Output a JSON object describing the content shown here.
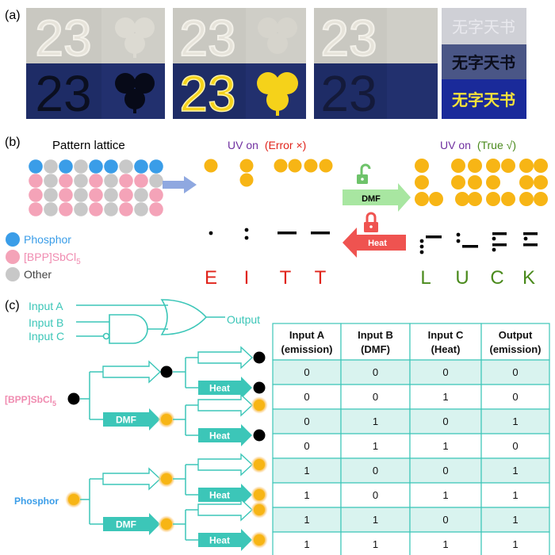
{
  "panels": {
    "a": "(a)",
    "b": "(b)",
    "c": "(c)"
  },
  "panel_a": {
    "digits": "23",
    "chinese_text": "无字天书"
  },
  "panel_b": {
    "lattice_title": "Pattern lattice",
    "uv_on": "UV on",
    "error_label": "(Error ×)",
    "true_label": "(True √)",
    "dmf_label": "DMF",
    "heat_label": "Heat",
    "legend": [
      {
        "label": "Phosphor",
        "color": "#3a9de8"
      },
      {
        "label_main": "[BPP]SbCl",
        "label_sub": "5",
        "color": "#f4a3b8"
      },
      {
        "label": "Other",
        "color": "#c8c8c8"
      }
    ],
    "error_letters": [
      "E",
      "I",
      "T",
      "T"
    ],
    "true_letters": [
      "L",
      "U",
      "C",
      "K"
    ],
    "colors": {
      "error": "#e0241b",
      "true": "#4a8a1c",
      "uv": "#7030a0",
      "dot": "#f7b515",
      "heat": "#ef5350",
      "dmf": "#a8e6a1"
    }
  },
  "panel_c": {
    "logic": {
      "input_a": "Input A",
      "input_b": "Input B",
      "input_c": "Input C",
      "output": "Output"
    },
    "tree": {
      "bpp_main": "[BPP]SbCl",
      "bpp_sub": "5",
      "phosphor": "Phosphor",
      "dmf": "DMF",
      "heat": "Heat"
    },
    "table": {
      "headers": [
        [
          "Input A",
          "(emission)"
        ],
        [
          "Input B",
          "(DMF)"
        ],
        [
          "Input C",
          "(Heat)"
        ],
        [
          "Output",
          "(emission)"
        ]
      ],
      "rows": [
        [
          "0",
          "0",
          "0",
          "0"
        ],
        [
          "0",
          "0",
          "1",
          "0"
        ],
        [
          "0",
          "1",
          "0",
          "1"
        ],
        [
          "0",
          "1",
          "1",
          "0"
        ],
        [
          "1",
          "0",
          "0",
          "1"
        ],
        [
          "1",
          "0",
          "1",
          "1"
        ],
        [
          "1",
          "1",
          "0",
          "1"
        ],
        [
          "1",
          "1",
          "1",
          "1"
        ]
      ]
    },
    "colors": {
      "teal": "#3cc6b8",
      "table_fill": "#d9f3ef",
      "pink": "#f08bb0",
      "blue": "#3a9de8"
    }
  }
}
